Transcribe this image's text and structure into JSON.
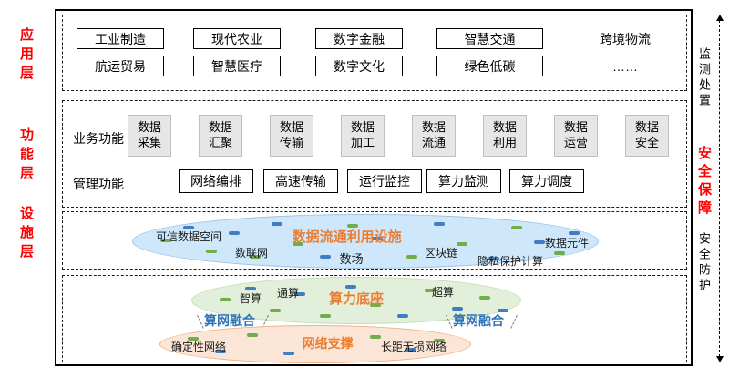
{
  "left_labels": {
    "application": "应用层",
    "function": "功能层",
    "facility": "设施层"
  },
  "right_labels": {
    "monitoring": "监测处置",
    "security": "安全保障",
    "protection": "安全防护"
  },
  "application_layer": {
    "row1": [
      "工业制造",
      "现代农业",
      "数字金融",
      "智慧交通",
      "跨境物流"
    ],
    "row2": [
      "航运贸易",
      "智慧医疗",
      "数字文化",
      "绿色低碳",
      "……"
    ]
  },
  "function_layer": {
    "business_label": "业务功能",
    "business_items": [
      "数据采集",
      "数据汇聚",
      "数据传输",
      "数据加工",
      "数据流通",
      "数据利用",
      "数据运营",
      "数据安全"
    ],
    "management_label": "管理功能",
    "management_items": [
      "网络编排",
      "高速传输",
      "运行监控",
      "算力监测",
      "算力调度"
    ]
  },
  "facility_layer": {
    "data_facility": {
      "title": "数据流通利用设施",
      "labels": {
        "trusted_space": "可信数据空间",
        "data_network": "数联网",
        "data_field": "数场",
        "blockchain": "区块链",
        "privacy_compute": "隐私保护计算",
        "data_component": "数据元件"
      }
    },
    "compute_base": {
      "title": "算力底座",
      "labels": {
        "intelligent": "智算",
        "general": "通算",
        "super": "超算"
      }
    },
    "fusion_left": "算网融合",
    "fusion_right": "算网融合",
    "network_support": {
      "title": "网络支撑",
      "labels": {
        "deterministic": "确定性网络",
        "lossless": "长距无损网络"
      }
    }
  },
  "colors": {
    "layer_label_red": "#ff0000",
    "security_red": "#ff0000",
    "ellipse_title_orange": "#ed7d31",
    "fusion_blue": "#2e75b6",
    "data_facility_bg": "#cfe7fa",
    "compute_base_bg": "#e2efda",
    "network_support_bg": "#fbe5d6",
    "dash_green": "#6fae4a",
    "dash_blue": "#3f7fc1"
  }
}
